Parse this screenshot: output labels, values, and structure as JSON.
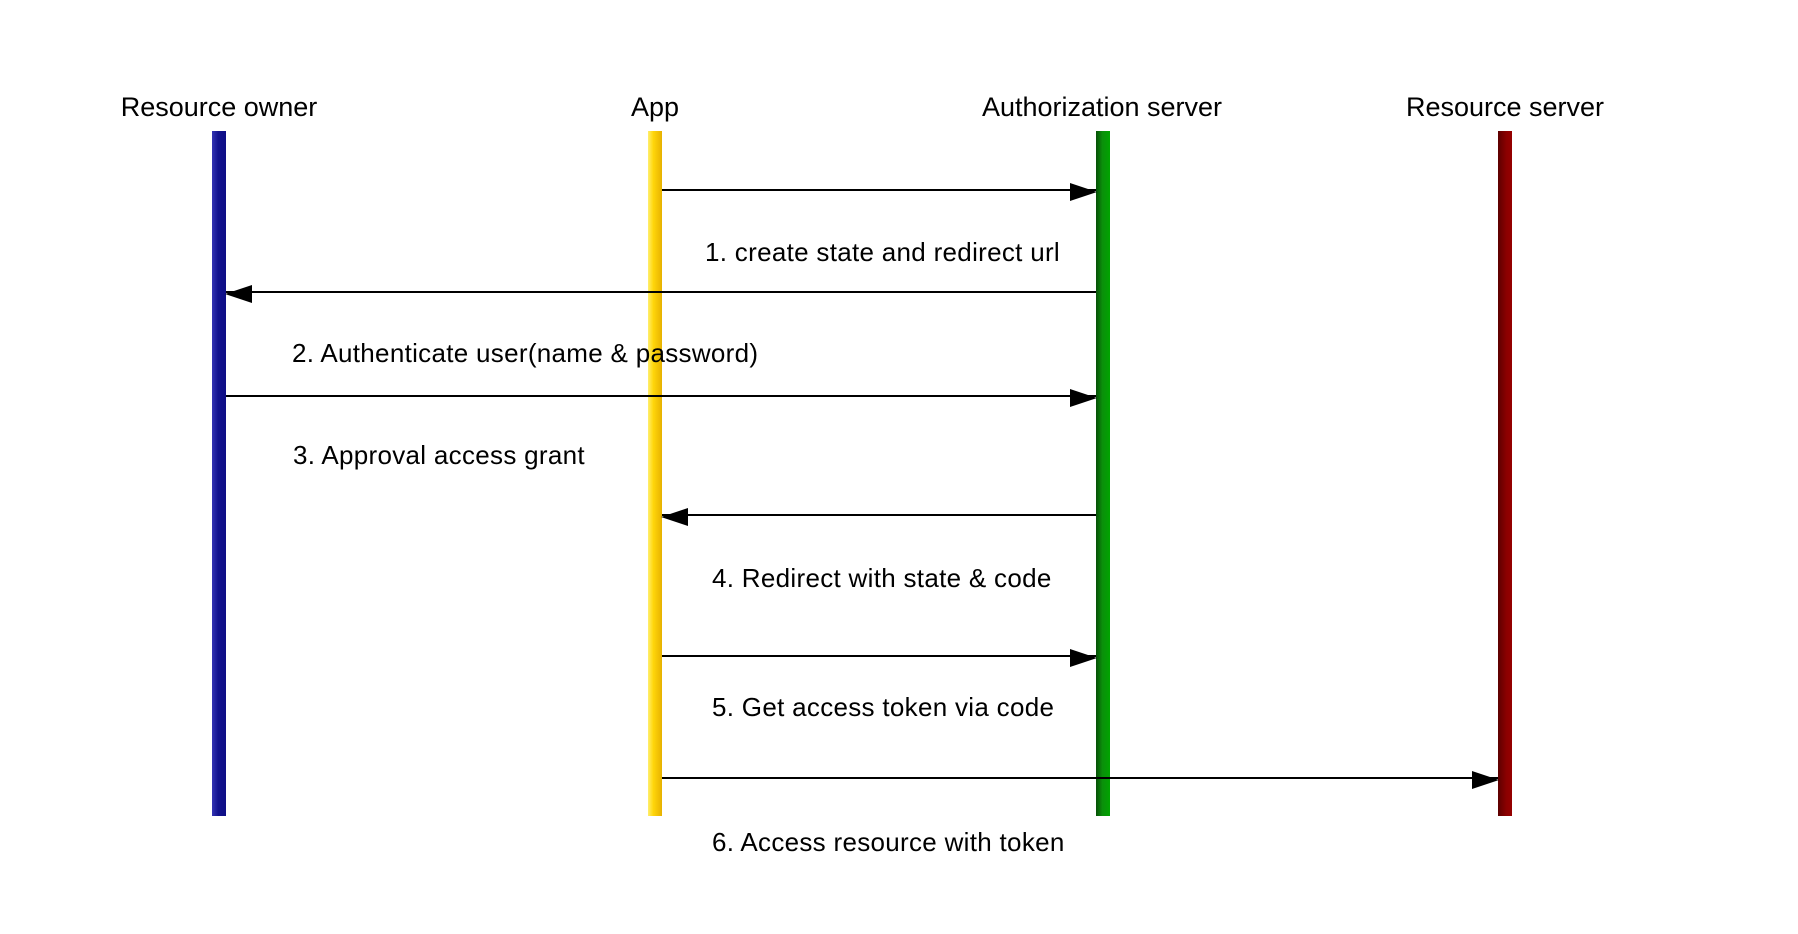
{
  "diagram": {
    "type": "sequence-diagram",
    "background_color": "#ffffff",
    "line_color": "#000000",
    "text_color": "#000000",
    "participants": [
      {
        "label": "Resource owner",
        "lifeline_color": "#12128e"
      },
      {
        "label": "App",
        "lifeline_color": "#ffd60a"
      },
      {
        "label": "Authorization server",
        "lifeline_color": "#00a400"
      },
      {
        "label": "Resource server",
        "lifeline_color": "#8b0000"
      }
    ],
    "messages": [
      {
        "label": "1. create state and redirect url",
        "from": "App",
        "to": "Authorization server",
        "direction": "right"
      },
      {
        "label": "2. Authenticate user(name & password)",
        "from": "Authorization server",
        "to": "Resource owner",
        "direction": "left"
      },
      {
        "label": "3. Approval access grant",
        "from": "Resource owner",
        "to": "Authorization server",
        "direction": "right"
      },
      {
        "label": "4. Redirect with state & code",
        "from": "Authorization server",
        "to": "App",
        "direction": "left"
      },
      {
        "label": "5. Get access token via code",
        "from": "App",
        "to": "Authorization server",
        "direction": "right"
      },
      {
        "label": "6. Access resource with token",
        "from": "App",
        "to": "Resource server",
        "direction": "right"
      }
    ]
  }
}
